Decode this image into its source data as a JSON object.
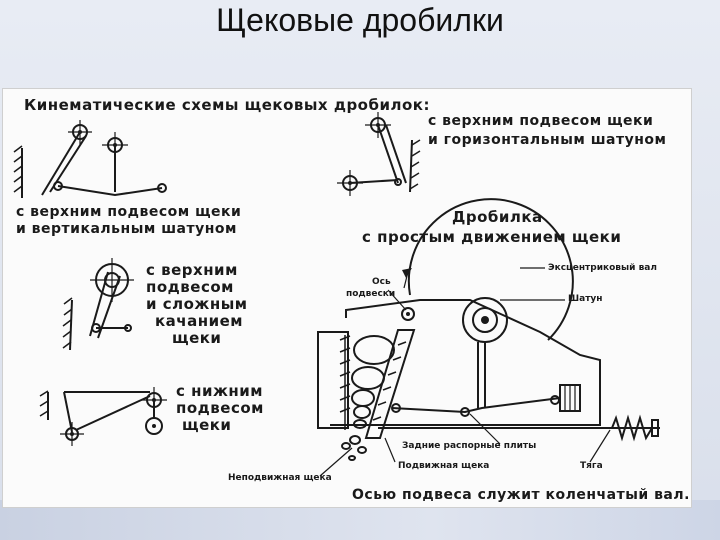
{
  "slide": {
    "title": "Щековые дробилки"
  },
  "diagram": {
    "heading": "Кинематические схемы щековых дробилок:",
    "scheme_vertical": [
      "с верхним подвесом щеки",
      "и вертикальным шатуном"
    ],
    "scheme_horizontal": [
      "с верхним подвесом щеки",
      "и горизонтальным шатуном"
    ],
    "scheme_complex": [
      "с верхним",
      "подвесом",
      "и сложным",
      "качанием",
      "щеки"
    ],
    "scheme_lower": [
      "с нижним",
      "подвесом",
      "щеки"
    ],
    "crusher_title": [
      "Дробилка",
      "с простым движением щеки"
    ],
    "callouts": {
      "axis": [
        "Ось",
        "подвески"
      ],
      "eccentric_shaft": "Эксцентриковый вал",
      "connecting_rod": "Шатун",
      "rear_plates": "Задние распорные плиты",
      "movable_jaw": "Подвижная щека",
      "rod": "Тяга",
      "fixed_jaw": "Неподвижная щека"
    },
    "footnote": "Осью подвеса служит коленчатый вал."
  }
}
